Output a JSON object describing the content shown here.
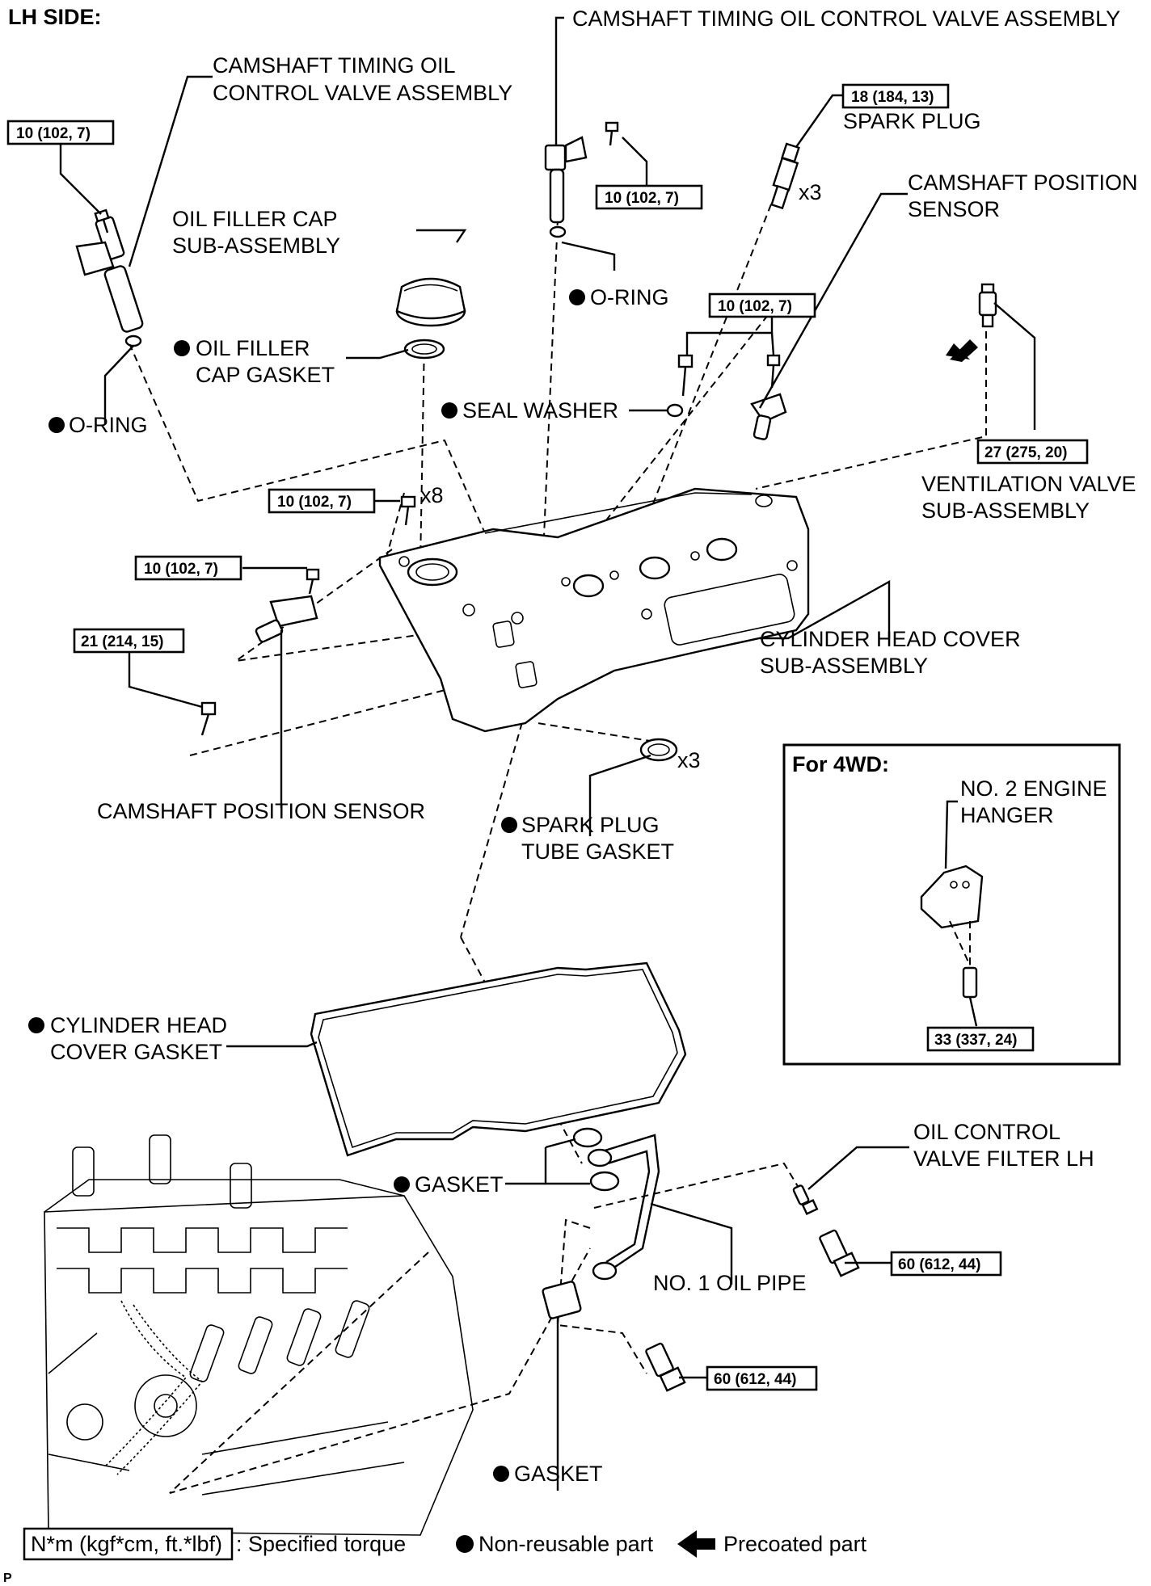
{
  "title": "LH SIDE:",
  "labels": {
    "cam_ocv_left_l1": "CAMSHAFT TIMING OIL",
    "cam_ocv_left_l2": "CONTROL VALVE ASSEMBLY",
    "cam_ocv_top": "CAMSHAFT TIMING OIL CONTROL VALVE ASSEMBLY",
    "spark_plug": "SPARK PLUG",
    "spark_plug_qty": "x3",
    "cam_pos_top_l1": "CAMSHAFT POSITION",
    "cam_pos_top_l2": "SENSOR",
    "oil_filler_cap_l1": "OIL FILLER CAP",
    "oil_filler_cap_l2": "SUB-ASSEMBLY",
    "oring_mid": "O-RING",
    "oil_filler_gasket_l1": "OIL FILLER",
    "oil_filler_gasket_l2": "CAP GASKET",
    "oring_left": "O-RING",
    "seal_washer": "SEAL WASHER",
    "bolt_qty_x8": "x8",
    "ventilation_l1": "VENTILATION VALVE",
    "ventilation_l2": "SUB-ASSEMBLY",
    "cyl_head_cover_l1": "CYLINDER HEAD COVER",
    "cyl_head_cover_l2": "SUB-ASSEMBLY",
    "cam_pos_bottom": "CAMSHAFT POSITION SENSOR",
    "spark_tube_qty": "x3",
    "spark_tube_l1": "SPARK PLUG",
    "spark_tube_l2": "TUBE GASKET",
    "cyl_gasket_l1": "CYLINDER HEAD",
    "cyl_gasket_l2": "COVER GASKET",
    "gasket_mid": "GASKET",
    "ocv_filter_l1": "OIL CONTROL",
    "ocv_filter_l2": "VALVE FILTER LH",
    "oil_pipe": "NO. 1 OIL PIPE",
    "gasket_bottom": "GASKET"
  },
  "torques": {
    "t_left_ocv": "10 (102, 7)",
    "t_spark_plug": "18 (184, 13)",
    "t_top_ocv": "10 (102, 7)",
    "t_cam_sensor_top": "10 (102, 7)",
    "t_ventilation": "27 (275, 20)",
    "t_cover_bolts": "10 (102, 7)",
    "t_cam_sensor_left": "10 (102, 7)",
    "t_left_bolt": "21 (214, 15)",
    "t_ocv_filter_bolt": "60 (612, 44)",
    "t_union_bolt": "60 (612, 44)",
    "t_hanger_bolt": "33 (337, 24)"
  },
  "inset": {
    "title": "For 4WD:",
    "hanger_l1": "NO. 2 ENGINE",
    "hanger_l2": "HANGER"
  },
  "legend": {
    "torque_key": "N*m (kgf*cm, ft.*lbf)",
    "torque_text": ": Specified torque",
    "nonreusable_text": "Non-reusable part",
    "precoated_text": "Precoated part"
  },
  "footer_code": "P"
}
